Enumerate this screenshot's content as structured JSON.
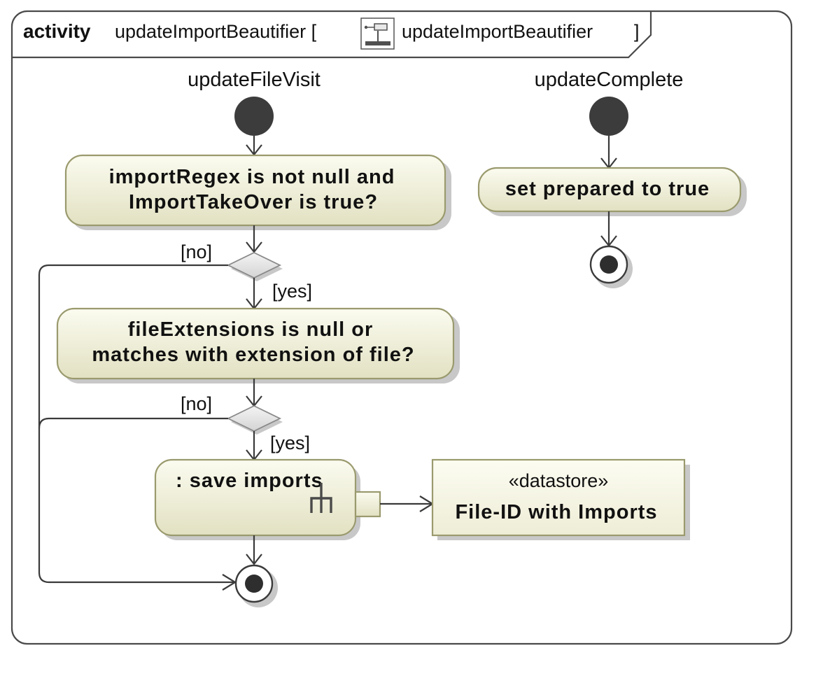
{
  "frame": {
    "keyword": "activity",
    "name": "updateImportBeautifier [",
    "icon": "activity-diagram-icon",
    "ref_name": "updateImportBeautifier",
    "close": "]"
  },
  "initial_nodes": {
    "file_visit": "updateFileVisit",
    "complete": "updateComplete"
  },
  "actions": {
    "import_check": [
      "importRegex  is not null and",
      "ImportTakeOver is true?"
    ],
    "extension_check": [
      "fileExtensions is null or",
      "matches with extension of file?"
    ],
    "set_prepared": "set prepared to true",
    "save_imports": ": save imports"
  },
  "datastore": {
    "stereotype": "«datastore»",
    "name": "File-ID with Imports"
  },
  "guards": {
    "no_1": "[no]",
    "yes_1": "[yes]",
    "no_2": "[no]",
    "yes_2": "[yes]"
  },
  "colors": {
    "frame_border": "#4a4a4a",
    "node_fill_light": "#fbfbf0",
    "node_fill_dark": "#e4e3c4",
    "node_border": "#9a9a6e",
    "shadow": "#c8c8c8",
    "initial_fill": "#3c3c3c"
  }
}
